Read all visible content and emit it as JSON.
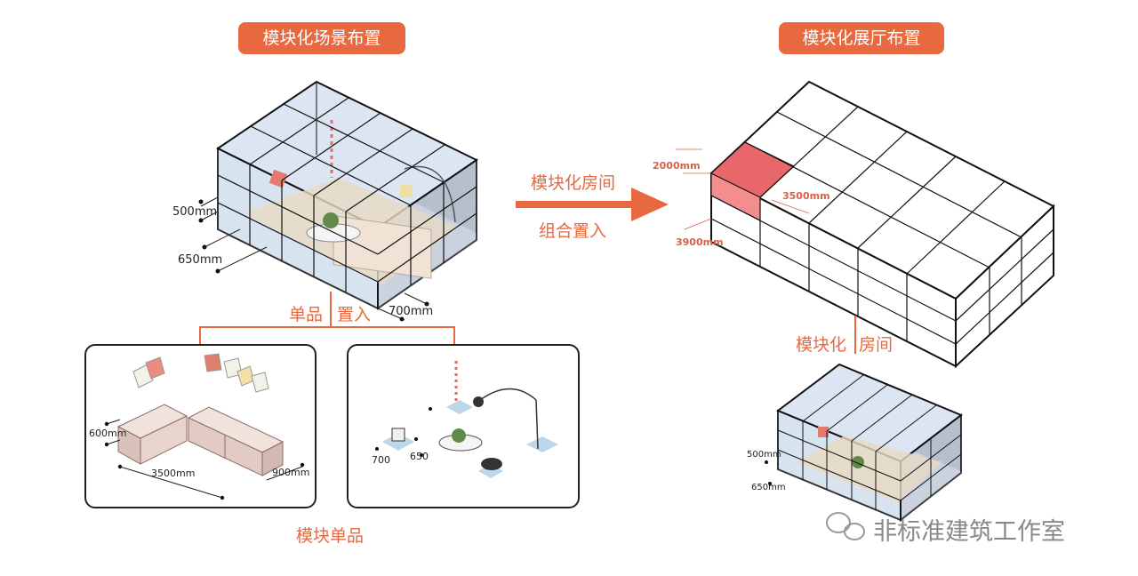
{
  "titles": {
    "left": "模块化场景布置",
    "right": "模块化展厅布置"
  },
  "arrow": {
    "top": "模块化房间",
    "bottom": "组合置入"
  },
  "labels": {
    "single_place_a": "单品",
    "single_place_b": "置入",
    "module_items": "模块单品",
    "modular_room_a": "模块化",
    "modular_room_b": "房间"
  },
  "dimensions": {
    "main_500": "500mm",
    "main_650": "650mm",
    "main_700": "700mm",
    "grid_2000": "2000mm",
    "grid_3500": "3500mm",
    "grid_3900": "3900mm",
    "sofa_600": "600mm",
    "sofa_3500": "3500mm",
    "sofa_900": "900mm",
    "chair_700": "700",
    "chair_650": "650",
    "small_500": "500mm",
    "small_650": "650mm"
  },
  "watermark": "非标准建筑工作室",
  "colors": {
    "accent": "#e8693f",
    "highlight_cell": "#ee6f6c",
    "glass": "#c9d9ea"
  },
  "icons": [
    "wechat-icon"
  ]
}
